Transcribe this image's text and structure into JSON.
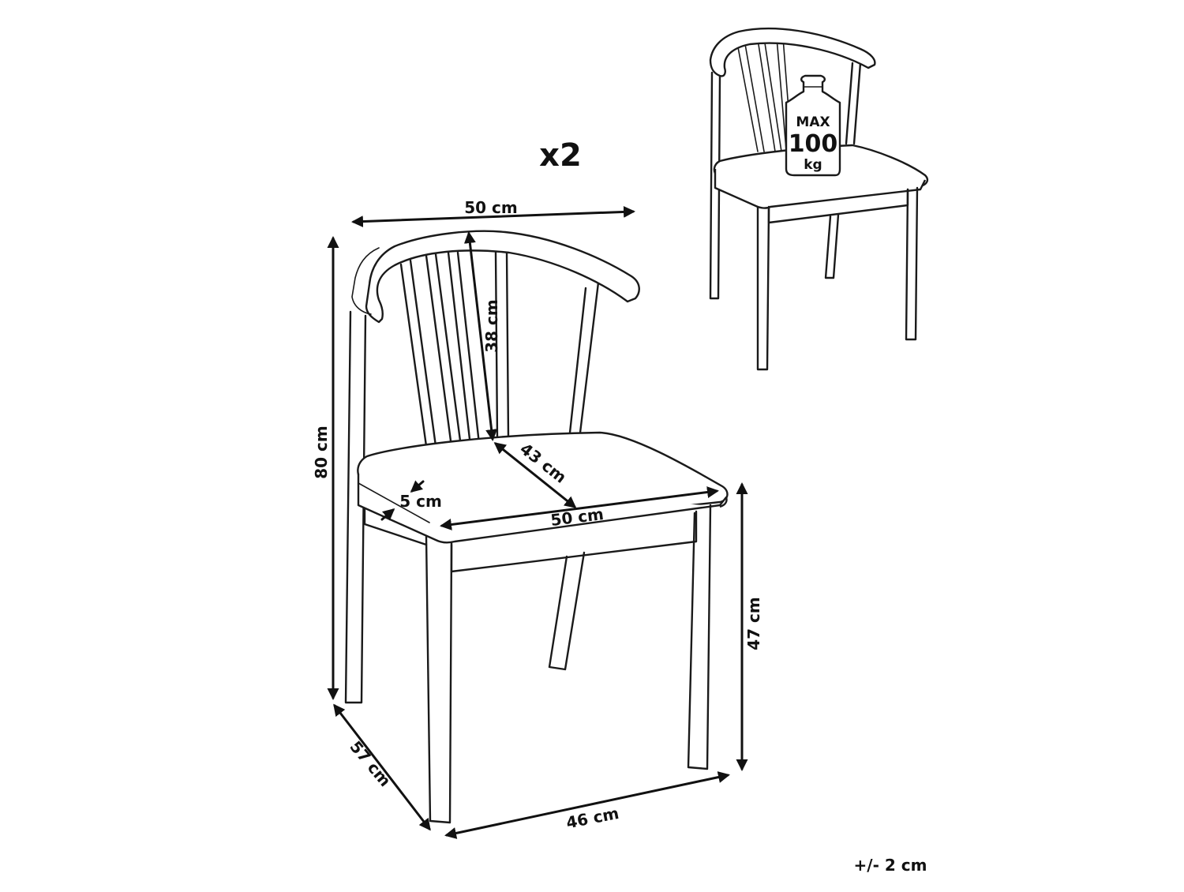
{
  "quantity_label": "x2",
  "tolerance_label": "+/- 2 cm",
  "dimensions": {
    "backrest_width": "50 cm",
    "backrest_height": "38 cm",
    "total_height": "80 cm",
    "seat_depth": "43 cm",
    "seat_thickness": "5 cm",
    "seat_width": "50 cm",
    "seat_height": "47 cm",
    "base_depth": "57 cm",
    "base_width": "46 cm"
  },
  "weight_badge": {
    "top": "MAX",
    "value": "100",
    "unit": "kg"
  },
  "colors": {
    "stroke": "#1a1a1a",
    "fill": "#ffffff",
    "text": "#111111"
  }
}
